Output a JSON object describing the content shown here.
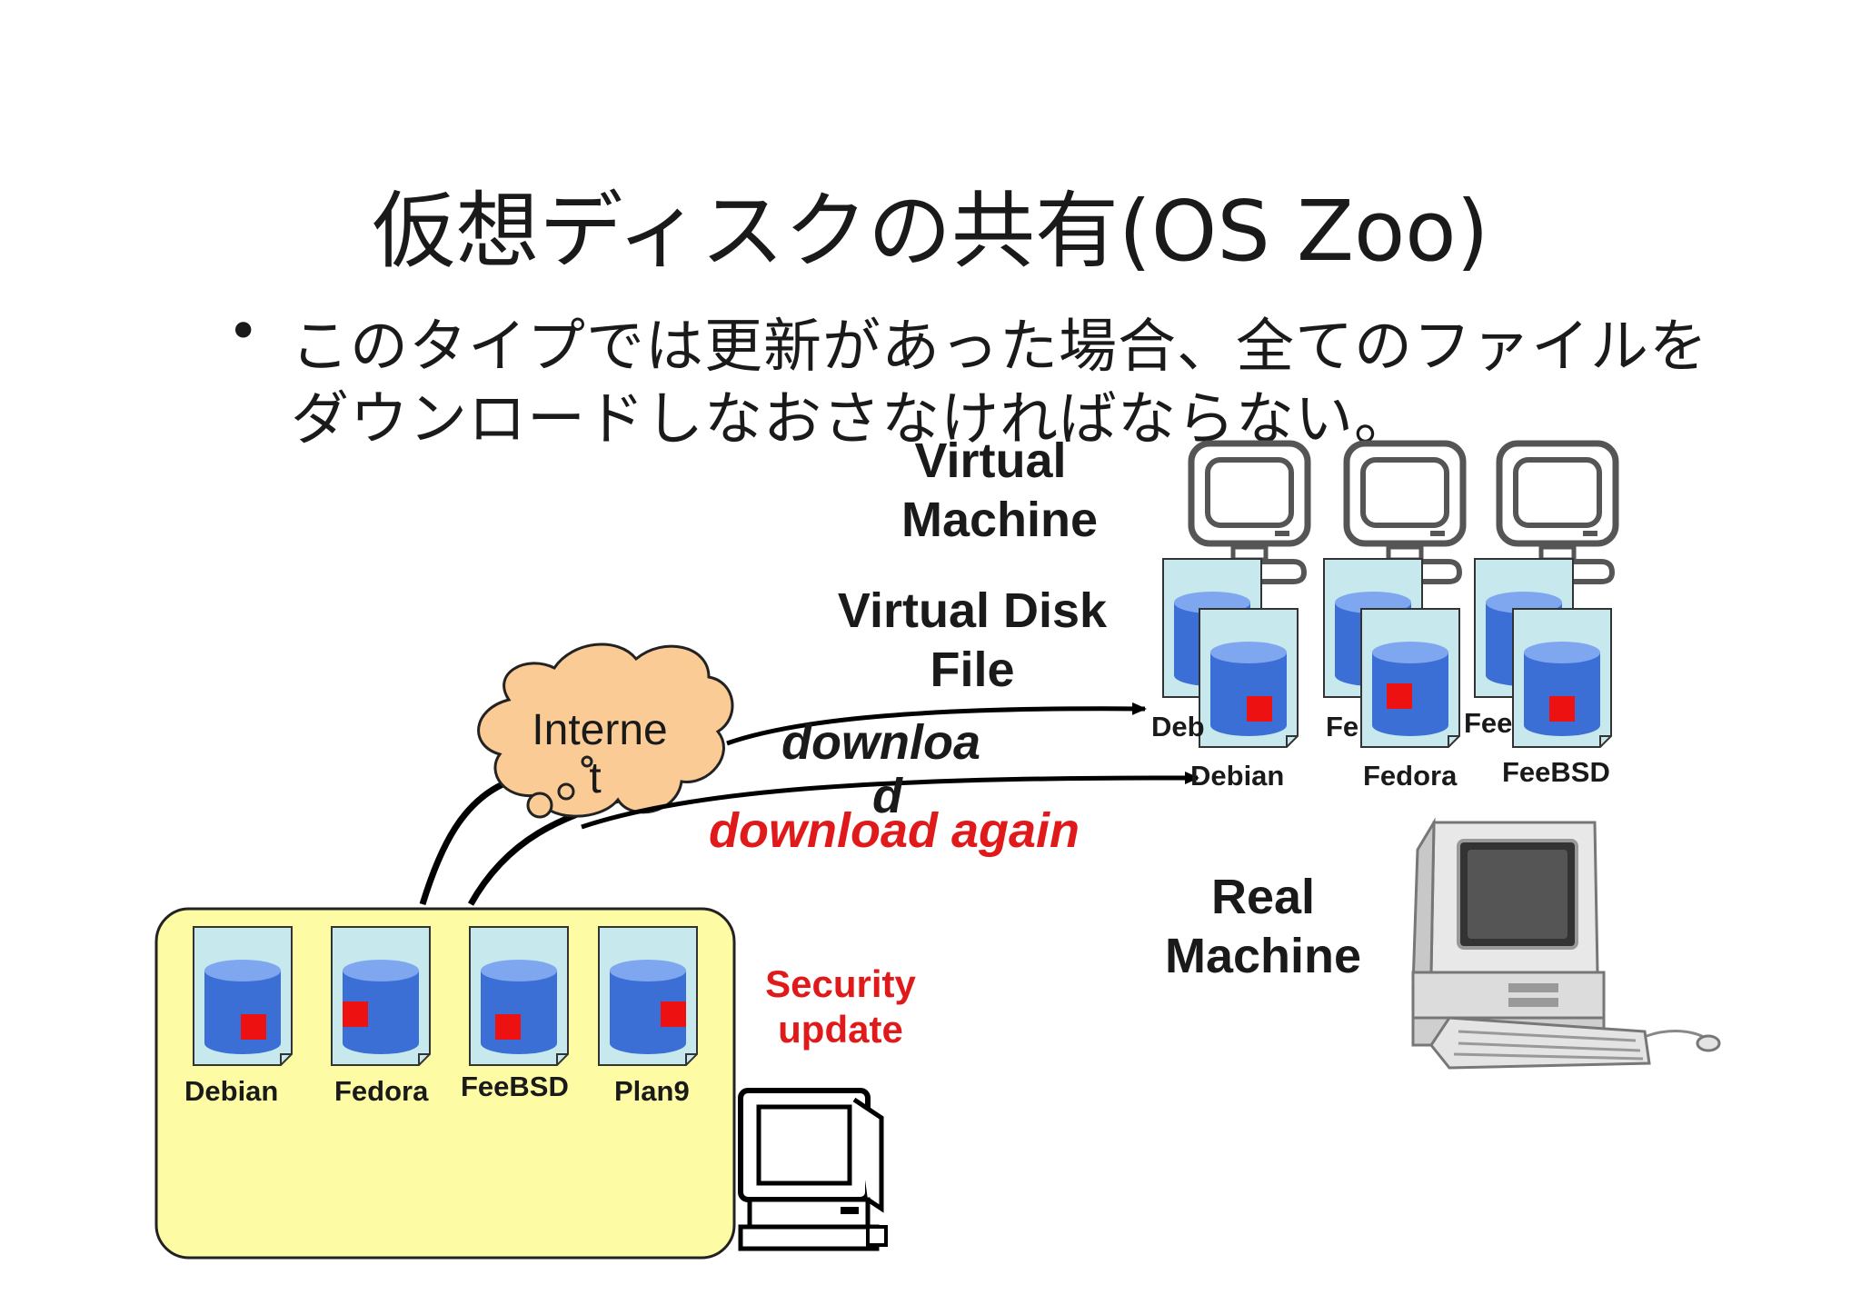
{
  "slide": {
    "title": "仮想ディスクの共有(OS Zoo)",
    "bullet_line1": "このタイプでは更新があった場合、全てのファイルを",
    "bullet_line2": "ダウンロードしなおさなければならない。"
  },
  "labels": {
    "virtual_machine_l1": "Virtual",
    "virtual_machine_l2": "Machine",
    "virtual_disk_l1": "Virtual Disk",
    "virtual_disk_l2": "File",
    "download_l1": "downloa",
    "download_l2": "d",
    "download_again": "download again",
    "internet_l1": "Interne",
    "internet_l2": "t",
    "security_l1": "Security",
    "security_l2": "update",
    "real_machine_l1": "Real",
    "real_machine_l2": "Machine"
  },
  "server_disks": [
    "Debian",
    "Fedora",
    "FeeBSD",
    "Plan9"
  ],
  "vm_back_disks": [
    "Deb",
    "Fe",
    "Fee"
  ],
  "vm_front_disks": [
    "Debian",
    "Fedora",
    "FeeBSD"
  ],
  "colors": {
    "disk_page": "#c7e8ec",
    "cylinder": "#3b6fd6",
    "cylinder_top": "#7ea7f0",
    "patch": "#ee1111",
    "cloud": "#fbcb96",
    "server_box": "#fdfca4",
    "red_text": "#e01a1a"
  }
}
